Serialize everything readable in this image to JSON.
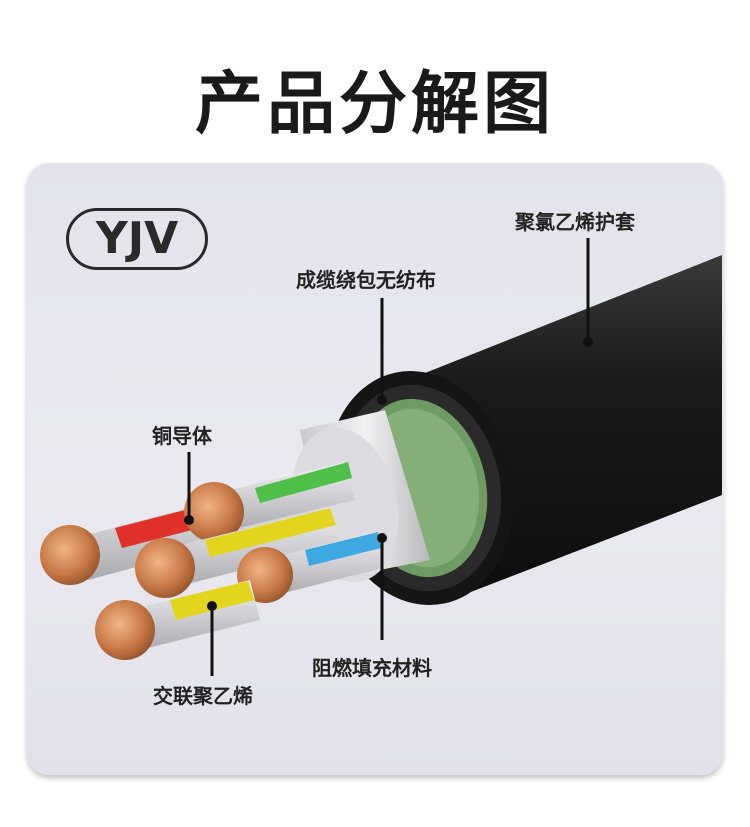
{
  "title": "产品分解图",
  "badge": "YJV",
  "labels": {
    "pvc_sheath": "聚氯乙烯护套",
    "nonwoven": "成缆绕包无纺布",
    "copper": "铜导体",
    "filler": "阻燃填充材料",
    "xlpe": "交联聚乙烯"
  },
  "colors": {
    "sheath": "#1c1c1c",
    "wrap": "#6e9a64",
    "insulation_red": "#e0302a",
    "insulation_green": "#4fbf4a",
    "insulation_yellow": "#e3d51e",
    "insulation_blue": "#3ea9e0",
    "copper": "#c77846"
  }
}
